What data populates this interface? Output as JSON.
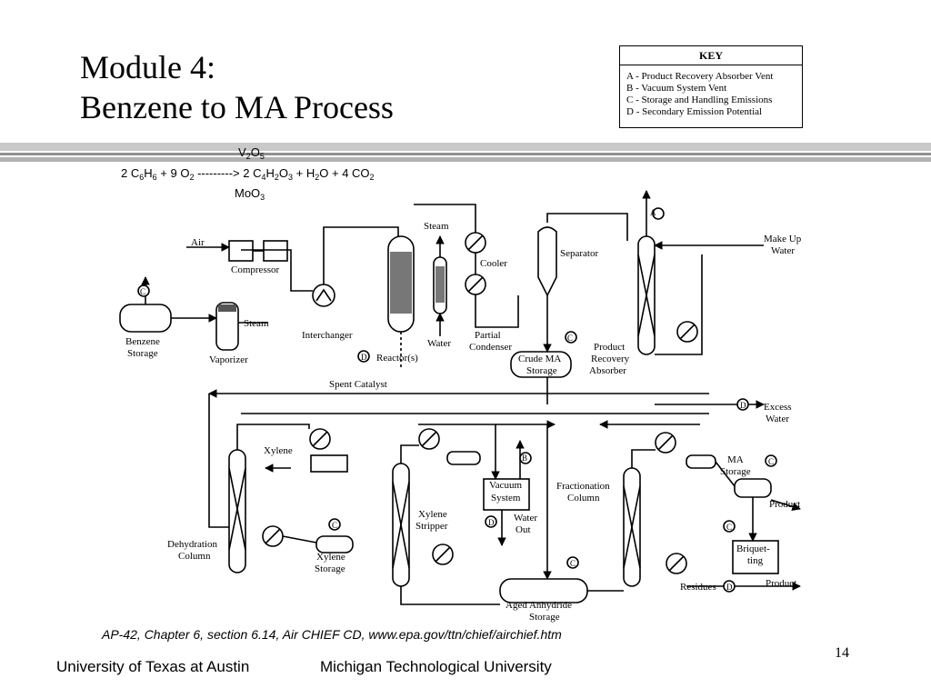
{
  "slide": {
    "title_line1": "Module 4:",
    "title_line2": "Benzene to MA Process",
    "page_number": "14",
    "citation": "AP-42, Chapter 6, section 6.14, Air CHIEF CD, www.epa.gov/ttn/chief/airchief.htm",
    "footer_left": "University of Texas at Austin",
    "footer_right": "Michigan Technological University"
  },
  "equation": {
    "catalyst_top": "V2O5",
    "reaction": "2 C6H6 + 9 O2 ---------> 2 C4H2O3 + H2O + 4 CO2",
    "catalyst_bottom": "MoO3"
  },
  "key": {
    "heading": "KEY",
    "items": [
      "A - Product Recovery Absorber Vent",
      "B - Vacuum System Vent",
      "C - Storage and Handling Emissions",
      "D - Secondary Emission Potential"
    ]
  },
  "diagram": {
    "labels": {
      "air": "Air",
      "compressor": "Compressor",
      "steam": "Steam",
      "cooler": "Cooler",
      "separator": "Separator",
      "make_up_water": "Make Up",
      "make_up_water2": "Water",
      "benzene_storage": "Benzene",
      "benzene_storage2": "Storage",
      "vaporizer": "Vaporizer",
      "steam2": "Steam",
      "interchanger": "Interchanger",
      "reactors": "Reactor(s)",
      "water": "Water",
      "partial_condenser": "Partial",
      "partial_condenser2": "Condenser",
      "crude_ma_storage": "Crude MA",
      "crude_ma_storage2": "Storage",
      "product_recovery_absorber": "Product",
      "product_recovery_absorber2": "Recovery",
      "product_recovery_absorber3": "Absorber",
      "spent_catalyst": "Spent Catalyst",
      "excess_water": "Excess",
      "excess_water2": "Water",
      "xylene": "Xylene",
      "vacuum_system": "Vacuum",
      "vacuum_system2": "System",
      "water_out": "Water",
      "water_out2": "Out",
      "fractionation_column": "Fractionation",
      "fractionation_column2": "Column",
      "ma_storage": "MA",
      "ma_storage2": "Storage",
      "product": "Product",
      "xylene_stripper": "Xylene",
      "xylene_stripper2": "Stripper",
      "dehydration_column": "Dehydration",
      "dehydration_column2": "Column",
      "xylene_storage": "Xylene",
      "xylene_storage2": "Storage",
      "briquetting": "Briquet-",
      "briquetting2": "ting",
      "residues": "Residues",
      "product2": "Product",
      "aged_anhydride_storage": "Aged Anhydride",
      "aged_anhydride_storage2": "Storage"
    },
    "markers": {
      "A": "A",
      "B": "B",
      "C": "C",
      "D": "D"
    }
  }
}
